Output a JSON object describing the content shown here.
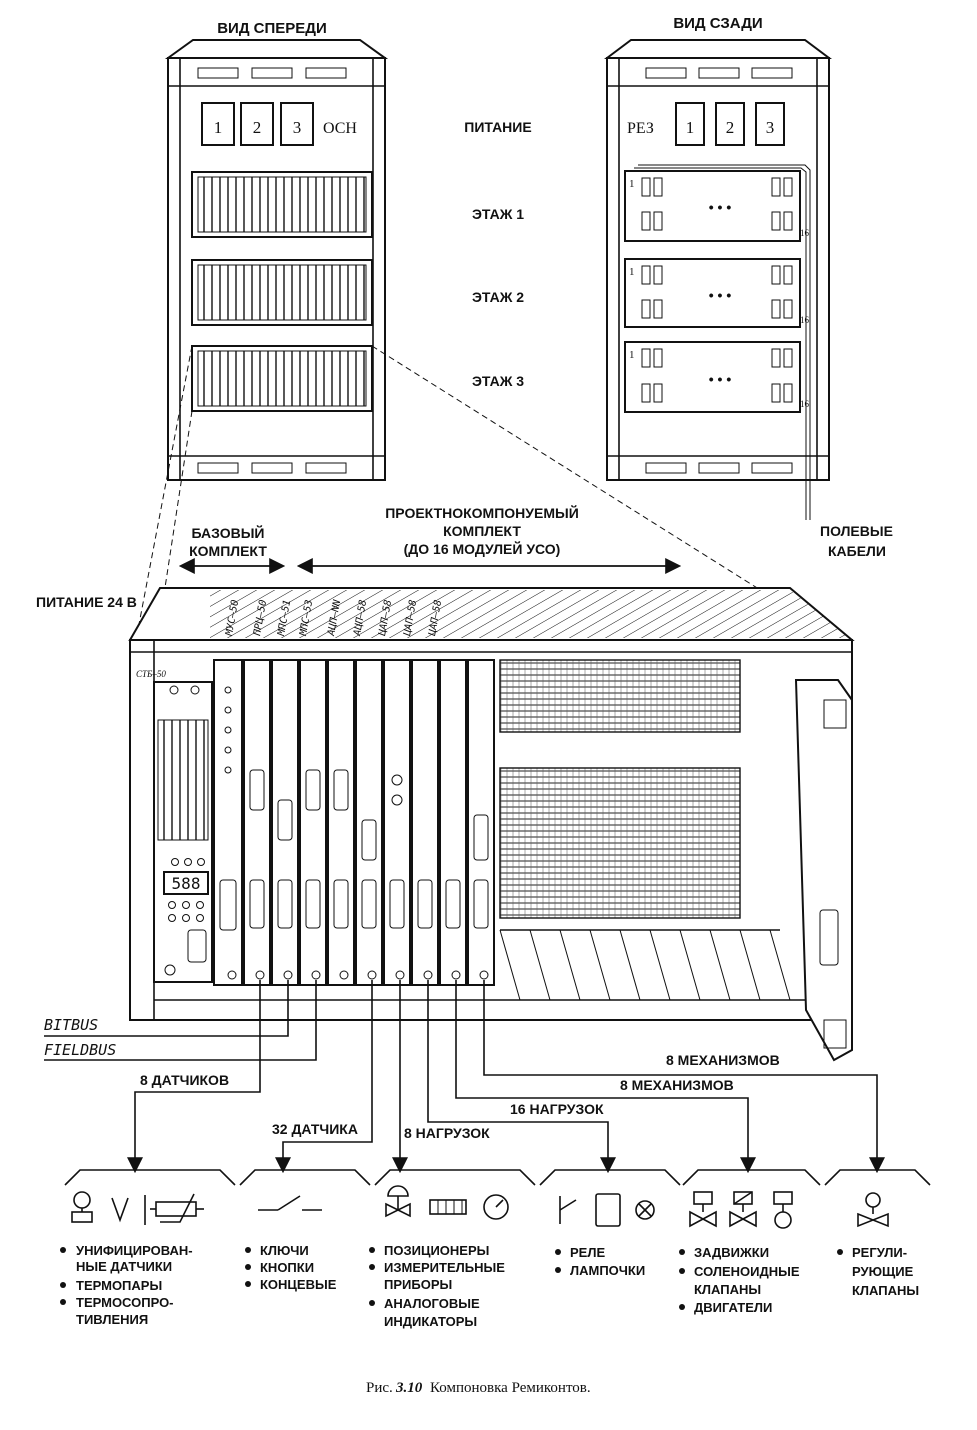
{
  "views": {
    "front_title": "ВИД СПЕРЕДИ",
    "back_title": "ВИД СЗАДИ",
    "front_power_blocks": [
      "1",
      "2",
      "3"
    ],
    "front_power_label": "ОСН",
    "back_power_label": "РЕЗ",
    "back_power_blocks": [
      "1",
      "2",
      "3"
    ],
    "rack_numbers": {
      "first": "1",
      "last": "16"
    },
    "dots": "• • •"
  },
  "center_labels": {
    "power": "ПИТАНИЕ",
    "floor1": "ЭТАЖ 1",
    "floor2": "ЭТАЖ 2",
    "floor3": "ЭТАЖ 3"
  },
  "field_cables": [
    "ПОЛЕВЫЕ",
    "КАБЕЛИ"
  ],
  "kits": {
    "base": [
      "БАЗОВЫЙ",
      "КОМПЛЕКТ"
    ],
    "project": [
      "ПРОЕКТНОКОМПОНУЕМЫЙ",
      "КОМПЛЕКТ",
      "(ДО 16 МОДУЛЕЙ УСО)"
    ]
  },
  "power_24v": "ПИТАНИЕ 24 В",
  "module_labels": [
    "МУС–50",
    "ПРЦ–50",
    "МПС–51",
    "МПС–53",
    "АЦП–NN",
    "АЦП–58",
    "ЦАП–58",
    "ЦАП–58",
    "ЦАП–58"
  ],
  "stb_label": "СТБ–50",
  "display_value": "588",
  "buses": [
    "BITBUS",
    "FIELDBUS"
  ],
  "connections": [
    {
      "label": "8 МЕХАНИЗМОВ"
    },
    {
      "label": "8 МЕХАНИЗМОВ"
    },
    {
      "label": "8 ДАТЧИКОВ"
    },
    {
      "label": "16 НАГРУЗОК"
    },
    {
      "label": "32 ДАТЧИКА"
    },
    {
      "label": "8 НАГРУЗОК"
    }
  ],
  "groups": [
    {
      "items": [
        "УНИФИЦИРОВАН-",
        "НЫЕ ДАТЧИКИ",
        "ТЕРМОПАРЫ",
        "ТЕРМОСОПРО-",
        "ТИВЛЕНИЯ"
      ]
    },
    {
      "items": [
        "КЛЮЧИ",
        "КНОПКИ",
        "КОНЦЕВЫЕ"
      ]
    },
    {
      "items": [
        "ПОЗИЦИОНЕРЫ",
        "ИЗМЕРИТЕЛЬНЫЕ",
        "ПРИБОРЫ",
        "АНАЛОГОВЫЕ",
        "ИНДИКАТОРЫ"
      ]
    },
    {
      "items": [
        "РЕЛЕ",
        "ЛАМПОЧКИ"
      ]
    },
    {
      "items": [
        "ЗАДВИЖКИ",
        "СОЛЕНОИДНЫЕ",
        "КЛАПАНЫ",
        "ДВИГАТЕЛИ"
      ]
    },
    {
      "items": [
        "РЕГУЛИ-",
        "РУЮЩИЕ",
        "КЛАПАНЫ"
      ]
    }
  ],
  "caption": {
    "prefix": "Рис.",
    "number": "3.10",
    "text": "Компоновка Ремиконтов."
  }
}
